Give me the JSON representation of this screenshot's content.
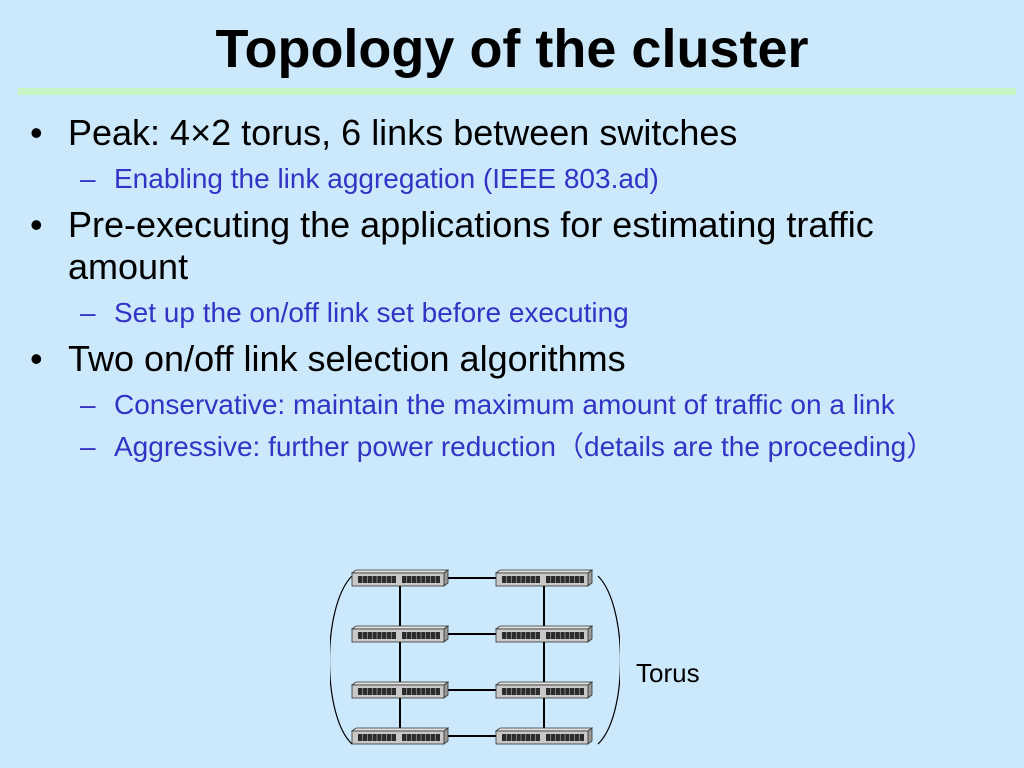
{
  "slide": {
    "title": "Topology of the cluster",
    "bullets": [
      {
        "text": "Peak: 4×2 torus, 6 links between switches",
        "subs": [
          "Enabling the link aggregation (IEEE 803.ad)"
        ]
      },
      {
        "text": "Pre-executing the applications for estimating traffic amount",
        "subs": [
          "Set up the on/off link set before executing"
        ]
      },
      {
        "text": "Two on/off link selection algorithms",
        "subs": [
          "Conservative: maintain the maximum amount of traffic on a link",
          "Aggressive: further power reduction（details are the proceeding）"
        ]
      }
    ],
    "bullet_mark": "•",
    "sub_mark": "–",
    "diagram_caption": "Torus"
  },
  "colors": {
    "background": "#cce8fb",
    "title_rule": "#c8f5c6",
    "sub_text": "#3333c5"
  },
  "diagram": {
    "rows": 4,
    "cols": 2,
    "node_icon": "network-switch-icon"
  }
}
